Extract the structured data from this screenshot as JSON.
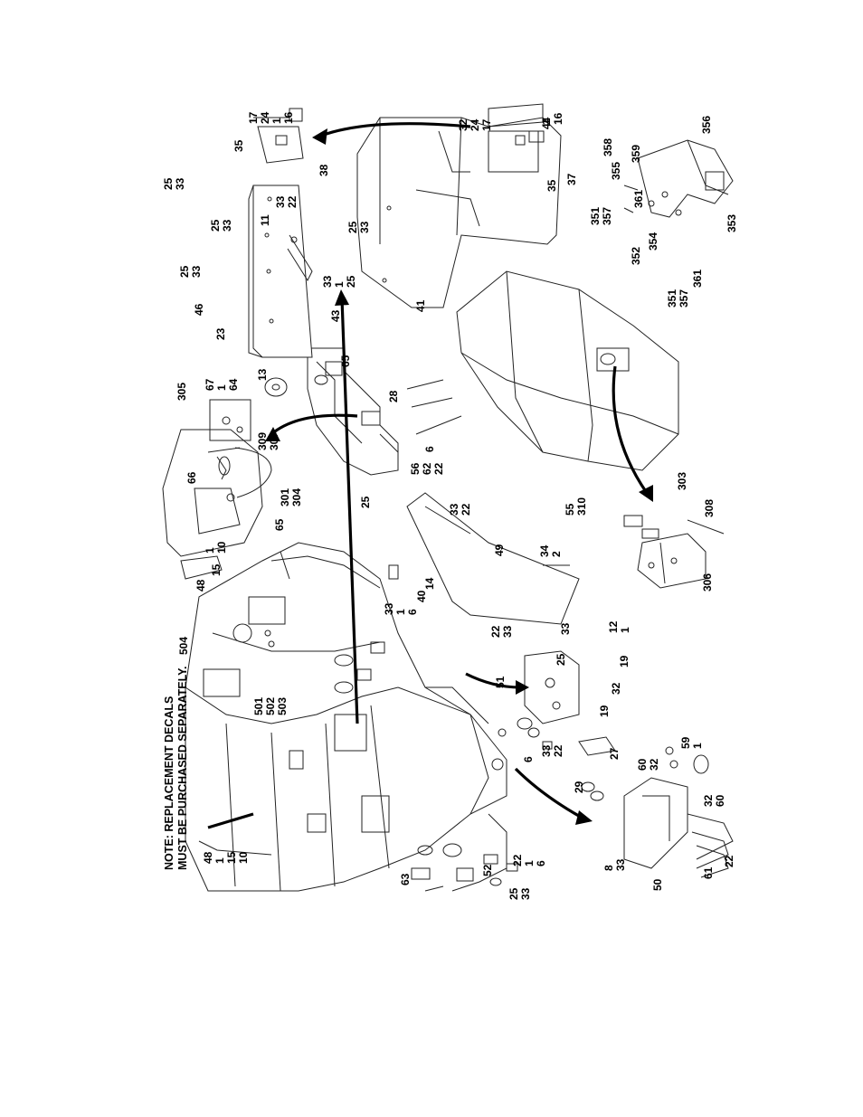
{
  "note": {
    "line1": "NOTE: REPLACEMENT DECALS",
    "line2": "MUST BE PURCHASED SEPARATELY."
  },
  "callouts": [
    {
      "id": "c-17-24-1-16-top",
      "lines": [
        "17",
        "24",
        "1",
        "16"
      ]
    },
    {
      "id": "c-35-a",
      "lines": [
        "35"
      ]
    },
    {
      "id": "c-38",
      "lines": [
        "38"
      ]
    },
    {
      "id": "c-32-24-17",
      "lines": [
        "32",
        "24",
        "17"
      ]
    },
    {
      "id": "c-44",
      "lines": [
        "44"
      ]
    },
    {
      "id": "c-1-16",
      "lines": [
        "1",
        "16"
      ]
    },
    {
      "id": "c-37",
      "lines": [
        "37"
      ]
    },
    {
      "id": "c-35-b",
      "lines": [
        "35"
      ]
    },
    {
      "id": "c-41",
      "lines": [
        "41"
      ]
    },
    {
      "id": "c-25-33-top",
      "lines": [
        "25",
        "33"
      ]
    },
    {
      "id": "c-25-33-mid",
      "lines": [
        "25",
        "33"
      ]
    },
    {
      "id": "c-11",
      "lines": [
        "11"
      ]
    },
    {
      "id": "c-33-22",
      "lines": [
        "33",
        "22"
      ]
    },
    {
      "id": "c-25-33-upper",
      "lines": [
        "25",
        "33"
      ]
    },
    {
      "id": "c-25-33-right",
      "lines": [
        "25",
        "33"
      ]
    },
    {
      "id": "c-33-1-25",
      "lines": [
        "33",
        "1",
        "25"
      ]
    },
    {
      "id": "c-46",
      "lines": [
        "46"
      ]
    },
    {
      "id": "c-23",
      "lines": [
        "23"
      ]
    },
    {
      "id": "c-43",
      "lines": [
        "43"
      ]
    },
    {
      "id": "c-356",
      "lines": [
        "356"
      ]
    },
    {
      "id": "c-358",
      "lines": [
        "358"
      ]
    },
    {
      "id": "c-359",
      "lines": [
        "359"
      ]
    },
    {
      "id": "c-355",
      "lines": [
        "355"
      ]
    },
    {
      "id": "c-361-a",
      "lines": [
        "361"
      ]
    },
    {
      "id": "c-351-357-a",
      "lines": [
        "351",
        "357"
      ]
    },
    {
      "id": "c-354",
      "lines": [
        "354"
      ]
    },
    {
      "id": "c-352",
      "lines": [
        "352"
      ]
    },
    {
      "id": "c-353",
      "lines": [
        "353"
      ]
    },
    {
      "id": "c-351-357-b",
      "lines": [
        "351",
        "357"
      ]
    },
    {
      "id": "c-361-b",
      "lines": [
        "361"
      ]
    },
    {
      "id": "c-305",
      "lines": [
        "305"
      ]
    },
    {
      "id": "c-67-1-64",
      "lines": [
        "67",
        "1",
        "64"
      ]
    },
    {
      "id": "c-13",
      "lines": [
        "13"
      ]
    },
    {
      "id": "c-65-a",
      "lines": [
        "65"
      ]
    },
    {
      "id": "c-309-307",
      "lines": [
        "309",
        "307"
      ]
    },
    {
      "id": "c-66",
      "lines": [
        "66"
      ]
    },
    {
      "id": "c-301-304",
      "lines": [
        "301",
        "304"
      ]
    },
    {
      "id": "c-65-b",
      "lines": [
        "65"
      ]
    },
    {
      "id": "c-28",
      "lines": [
        "28"
      ]
    },
    {
      "id": "c-6-a",
      "lines": [
        "6"
      ]
    },
    {
      "id": "c-56-62-22",
      "lines": [
        "56",
        "62",
        "22"
      ]
    },
    {
      "id": "c-25-a",
      "lines": [
        "25"
      ]
    },
    {
      "id": "c-33-22-b",
      "lines": [
        "33",
        "22"
      ]
    },
    {
      "id": "c-55-310",
      "lines": [
        "55",
        "310"
      ]
    },
    {
      "id": "c-303",
      "lines": [
        "303"
      ]
    },
    {
      "id": "c-308",
      "lines": [
        "308"
      ]
    },
    {
      "id": "c-306",
      "lines": [
        "306"
      ]
    },
    {
      "id": "c-48-a",
      "lines": [
        "48"
      ]
    },
    {
      "id": "c-15-a",
      "lines": [
        "15"
      ]
    },
    {
      "id": "c-1-10",
      "lines": [
        "1",
        "10"
      ]
    },
    {
      "id": "c-49",
      "lines": [
        "49"
      ]
    },
    {
      "id": "c-34-2",
      "lines": [
        "34",
        "2"
      ]
    },
    {
      "id": "c-504",
      "lines": [
        "504"
      ]
    },
    {
      "id": "c-501-502-503",
      "lines": [
        "501",
        "502",
        "503"
      ]
    },
    {
      "id": "c-33-1-6",
      "lines": [
        "33",
        "1",
        "6"
      ]
    },
    {
      "id": "c-40",
      "lines": [
        "40"
      ]
    },
    {
      "id": "c-14",
      "lines": [
        "14"
      ]
    },
    {
      "id": "c-22-33-a",
      "lines": [
        "22",
        "33"
      ]
    },
    {
      "id": "c-33-b",
      "lines": [
        "33"
      ]
    },
    {
      "id": "c-25-b",
      "lines": [
        "25"
      ]
    },
    {
      "id": "c-12-1",
      "lines": [
        "12",
        "1"
      ]
    },
    {
      "id": "c-51",
      "lines": [
        "51"
      ]
    },
    {
      "id": "c-19-a",
      "lines": [
        "19"
      ]
    },
    {
      "id": "c-32-a",
      "lines": [
        "32"
      ]
    },
    {
      "id": "c-19-b",
      "lines": [
        "19"
      ]
    },
    {
      "id": "c-33-22-c",
      "lines": [
        "33",
        "22"
      ]
    },
    {
      "id": "c-6-b",
      "lines": [
        "6"
      ]
    },
    {
      "id": "c-27",
      "lines": [
        "27"
      ]
    },
    {
      "id": "c-29",
      "lines": [
        "29"
      ]
    },
    {
      "id": "c-60-32",
      "lines": [
        "60",
        "32"
      ]
    },
    {
      "id": "c-59-1",
      "lines": [
        "59",
        "1"
      ]
    },
    {
      "id": "c-32-60",
      "lines": [
        "32",
        "60"
      ]
    },
    {
      "id": "c-48-1-15-10",
      "lines": [
        "48",
        "1",
        "15",
        "10"
      ]
    },
    {
      "id": "c-8-33",
      "lines": [
        "8",
        "33"
      ]
    },
    {
      "id": "c-50",
      "lines": [
        "50"
      ]
    },
    {
      "id": "c-61",
      "lines": [
        "61"
      ]
    },
    {
      "id": "c-22-b",
      "lines": [
        "22"
      ]
    },
    {
      "id": "c-63",
      "lines": [
        "63"
      ]
    },
    {
      "id": "c-52",
      "lines": [
        "52"
      ]
    },
    {
      "id": "c-22-1-6",
      "lines": [
        "22",
        "1",
        "6"
      ]
    },
    {
      "id": "c-25-33-bottom",
      "lines": [
        "25",
        "33"
      ]
    }
  ]
}
